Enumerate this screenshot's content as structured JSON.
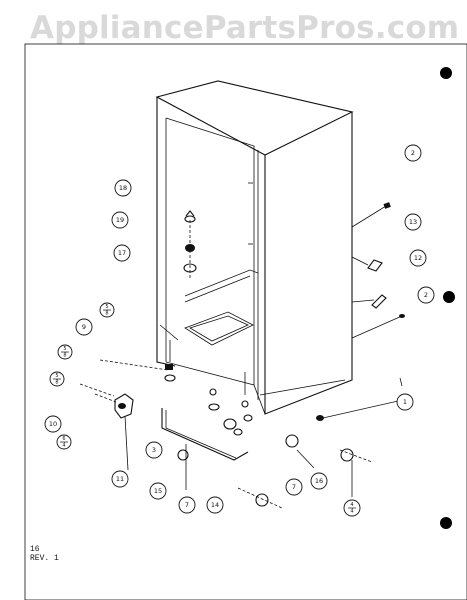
{
  "watermark": "AppliancePartsPros.com",
  "footer": {
    "page": "16",
    "rev": "REV. 1"
  },
  "callouts": [
    {
      "id": "c-2-a",
      "label": "2"
    },
    {
      "id": "c-13",
      "label": "13"
    },
    {
      "id": "c-12",
      "label": "12"
    },
    {
      "id": "c-2-b",
      "label": "2"
    },
    {
      "id": "c-18",
      "label": "18"
    },
    {
      "id": "c-19",
      "label": "19"
    },
    {
      "id": "c-17",
      "label": "17"
    },
    {
      "id": "c-9",
      "label": "9"
    },
    {
      "id": "c-5-8-a",
      "label": "5\n8"
    },
    {
      "id": "c-5-8-b",
      "label": "5\n8"
    },
    {
      "id": "c-5-8-c",
      "label": "5\n8"
    },
    {
      "id": "c-10",
      "label": "10"
    },
    {
      "id": "c-6-4",
      "label": "6\n4"
    },
    {
      "id": "c-11",
      "label": "11"
    },
    {
      "id": "c-3",
      "label": "3"
    },
    {
      "id": "c-15",
      "label": "15"
    },
    {
      "id": "c-7-a",
      "label": "7"
    },
    {
      "id": "c-14",
      "label": "14"
    },
    {
      "id": "c-7-b",
      "label": "7"
    },
    {
      "id": "c-16",
      "label": "16"
    },
    {
      "id": "c-1",
      "label": "1"
    },
    {
      "id": "c-4-4",
      "label": "4\n4"
    }
  ]
}
